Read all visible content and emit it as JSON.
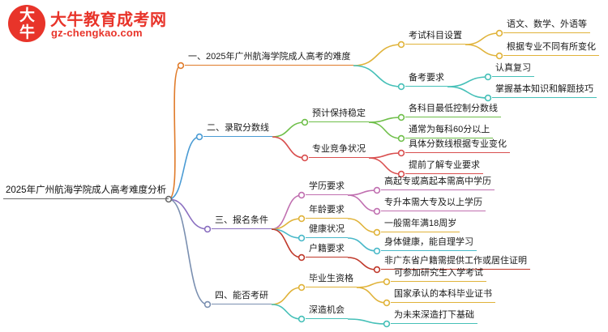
{
  "logo": {
    "badge_line1": "大",
    "badge_line2": "牛",
    "title": "大牛教育成考网",
    "subtitle": "gz-chengkao.com"
  },
  "root": {
    "label": "2025年广州航海学院成人高考难度分析"
  },
  "branches": [
    {
      "id": "b1",
      "label": "一、2025年广州航海学院成人高考的难度",
      "color": "#e07b2a",
      "children": [
        {
          "label": "考试科目设置",
          "color": "#e0b33a",
          "children": [
            {
              "label": "语文、数学、外语等",
              "color": "#e0b33a"
            },
            {
              "label": "根据专业不同有所变化",
              "color": "#e0b33a"
            }
          ]
        },
        {
          "label": "备考要求",
          "color": "#46c0b8",
          "children": [
            {
              "label": "认真复习",
              "color": "#46c0b8"
            },
            {
              "label": "掌握基本知识和解题技巧",
              "color": "#46c0b8"
            }
          ]
        }
      ]
    },
    {
      "id": "b2",
      "label": "二、录取分数线",
      "color": "#4a9bd4",
      "children": [
        {
          "label": "预计保持稳定",
          "color": "#6fbf4a",
          "children": [
            {
              "label": "各科目最低控制分数线",
              "color": "#6fbf4a"
            },
            {
              "label": "通常为每科60分以上",
              "color": "#6fbf4a"
            }
          ]
        },
        {
          "label": "专业竞争状况",
          "color": "#d94f4f",
          "children": [
            {
              "label": "具体分数线根据专业变化",
              "color": "#d94f4f"
            },
            {
              "label": "提前了解专业要求",
              "color": "#d94f4f"
            }
          ]
        }
      ]
    },
    {
      "id": "b3",
      "label": "三、报名条件",
      "color": "#8a6fc0",
      "children": [
        {
          "label": "学历要求",
          "color": "#c06fb0",
          "children": [
            {
              "label": "高起专或高起本需高中学历",
              "color": "#c06fb0"
            },
            {
              "label": "专升本需大专及以上学历",
              "color": "#c06fb0"
            }
          ]
        },
        {
          "label": "年龄要求",
          "color": "#e0b33a",
          "children": [
            {
              "label": "一般需年满18周岁",
              "color": "#e0b33a"
            }
          ]
        },
        {
          "label": "健康状况",
          "color": "#4ab9c9",
          "children": [
            {
              "label": "身体健康，能自理学习",
              "color": "#4ab9c9"
            }
          ]
        },
        {
          "label": "户籍要求",
          "color": "#c0392b",
          "children": [
            {
              "label": "非广东省户籍需提供工作或居住证明",
              "color": "#c0392b"
            }
          ]
        }
      ]
    },
    {
      "id": "b4",
      "label": "四、能否考研",
      "color": "#7a8fb0",
      "children": [
        {
          "label": "毕业生资格",
          "color": "#e0b33a",
          "children": [
            {
              "label": "可参加研究生入学考试",
              "color": "#e0b33a"
            },
            {
              "label": "国家承认的本科毕业证书",
              "color": "#e0b33a"
            }
          ]
        },
        {
          "label": "深造机会",
          "color": "#46c0b8",
          "children": [
            {
              "label": "为未来深造打下基础",
              "color": "#46c0b8"
            }
          ]
        }
      ]
    }
  ]
}
